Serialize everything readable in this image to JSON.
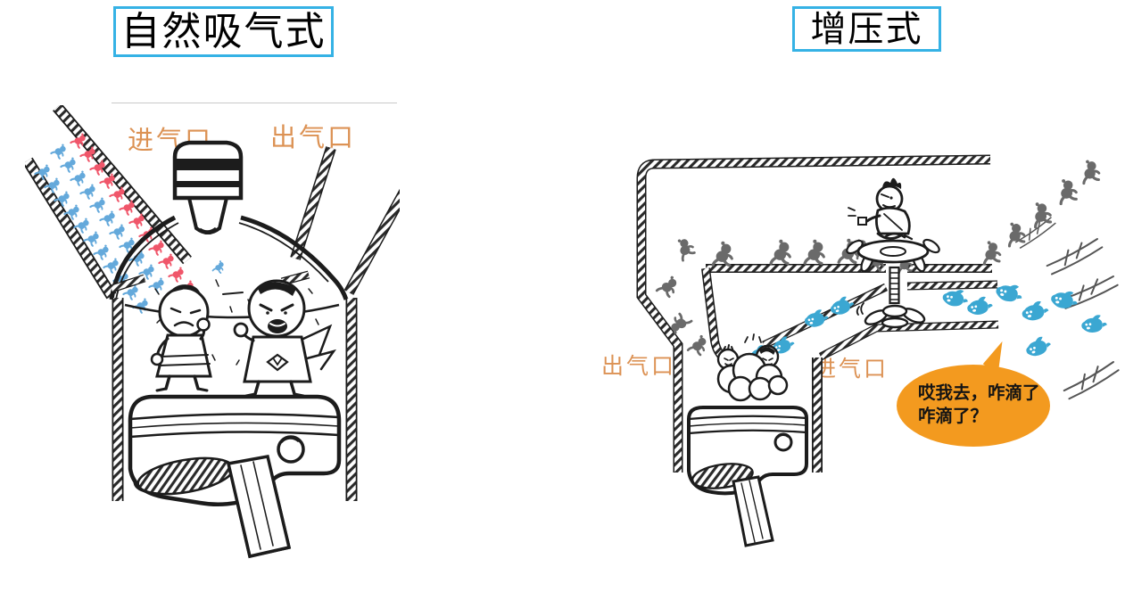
{
  "left_panel": {
    "title": "自然吸气式",
    "intake_port_label": "进气口",
    "exhaust_port_label": "出气口"
  },
  "right_panel": {
    "title": "增压式",
    "exhaust_port_label": "出气口",
    "intake_port_label": "进气口",
    "speech_bubble": {
      "line1": "哎我去，咋滴了",
      "line2": "咋滴了？"
    }
  },
  "colors": {
    "title_border": "#35b2e5",
    "port_label": "#dc9254",
    "bubble": "#f39a1f",
    "intake_figure_red": "#f0566a",
    "intake_figure_blue": "#64a9db",
    "exhaust_figure_gray": "#6a6a6a",
    "air_bird_blue": "#3ba7d2",
    "ink": "#1c1c1c"
  }
}
